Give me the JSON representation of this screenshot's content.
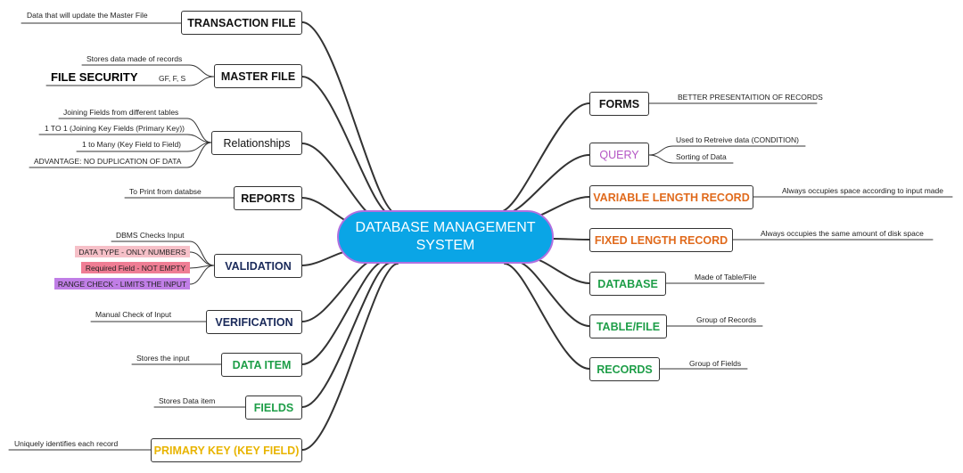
{
  "central": {
    "line1": "DATABASE MANAGEMENT",
    "line2": "SYSTEM"
  },
  "topics": {
    "transaction_file": "TRANSACTION FILE",
    "master_file": "MASTER FILE",
    "relationships": "Relationships",
    "reports": "REPORTS",
    "validation": "VALIDATION",
    "verification": "VERIFICATION",
    "data_item": "DATA ITEM",
    "fields": "FIELDS",
    "primary_key": "PRIMARY KEY (KEY FIELD)",
    "forms": "FORMS",
    "query": "QUERY",
    "variable_length_record": "VARIABLE LENGTH RECORD",
    "fixed_length_record": "FIXED LENGTH RECORD",
    "database": "DATABASE",
    "table_file": "TABLE/FILE",
    "records": "RECORDS"
  },
  "subs": {
    "transaction_file_1": "Data that will update the Master File",
    "master_file_1": "Stores data made of records",
    "file_security": "FILE SECURITY",
    "file_security_value": "GF, F, S",
    "relationships_1": "Joining Fields from different tables",
    "relationships_2": "1 TO 1 (Joining Key Fields (Primary Key))",
    "relationships_3": "1 to Many (Key Field to Field)",
    "relationships_4": "ADVANTAGE: NO DUPLICATION OF DATA",
    "reports_1": "To Print from databse",
    "validation_1": "DBMS Checks Input",
    "validation_2": "DATA TYPE - ONLY NUMBERS",
    "validation_3": "Required Field - NOT EMPTY",
    "validation_4": "RANGE CHECK - LIMITS THE INPUT",
    "verification_1": "Manual Check of Input",
    "data_item_1": "Stores the input",
    "fields_1": "Stores Data item",
    "primary_key_1": "Uniquely identifies each record",
    "forms_1": "BETTER PRESENTAITION OF RECORDS",
    "query_1": "Used to Retreive data (CONDITION)",
    "query_2": "Sorting of Data",
    "variable_length_record_1": "Always occupies space according to input made",
    "fixed_length_record_1": "Always occupies the same amount of disk space",
    "database_1": "Made of Table/File",
    "table_file_1": "Group of Records",
    "records_1": "Group of Fields"
  },
  "colors": {
    "central_fill": "#0aa5e6",
    "central_border": "#b070e0",
    "default_text": "#111111",
    "navy": "#1a2a5a",
    "green": "#1e9e48",
    "orange": "#e06a1c",
    "purple": "#b455c4",
    "gold": "#e8b400",
    "highlight_pink_light": "#f6c0c8",
    "highlight_pink": "#ef7d94",
    "highlight_purple": "#c07ee6"
  }
}
